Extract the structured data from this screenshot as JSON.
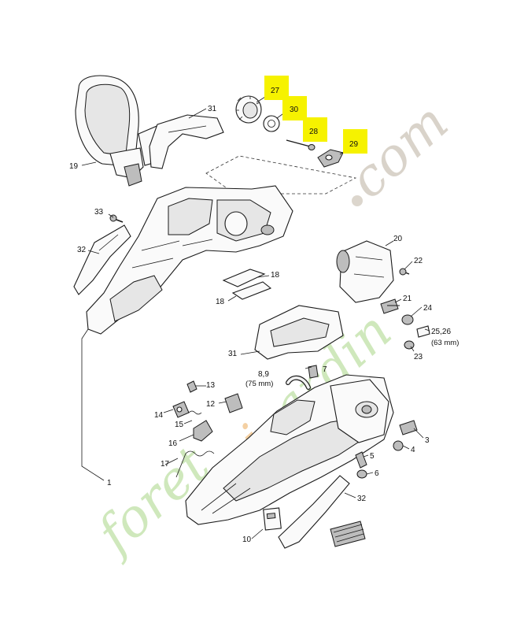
{
  "diagram": {
    "callouts": [
      {
        "id": "27",
        "text": "27",
        "highlighted": true
      },
      {
        "id": "30",
        "text": "30",
        "highlighted": true
      },
      {
        "id": "28",
        "text": "28",
        "highlighted": true
      },
      {
        "id": "29",
        "text": "29",
        "highlighted": true
      },
      {
        "id": "31a",
        "text": "31",
        "highlighted": false
      },
      {
        "id": "19",
        "text": "19",
        "highlighted": false
      },
      {
        "id": "33",
        "text": "33",
        "highlighted": false
      },
      {
        "id": "32a",
        "text": "32",
        "highlighted": false
      },
      {
        "id": "20",
        "text": "20",
        "highlighted": false
      },
      {
        "id": "22",
        "text": "22",
        "highlighted": false
      },
      {
        "id": "18a",
        "text": "18",
        "highlighted": false
      },
      {
        "id": "18b",
        "text": "18",
        "highlighted": false
      },
      {
        "id": "21",
        "text": "21",
        "highlighted": false
      },
      {
        "id": "24",
        "text": "24",
        "highlighted": false
      },
      {
        "id": "2526",
        "text": "25,26",
        "highlighted": false
      },
      {
        "id": "23",
        "text": "23",
        "highlighted": false
      },
      {
        "id": "31b",
        "text": "31",
        "highlighted": false
      },
      {
        "id": "89",
        "text": "8,9",
        "highlighted": false
      },
      {
        "id": "7",
        "text": "7",
        "highlighted": false
      },
      {
        "id": "13",
        "text": "13",
        "highlighted": false
      },
      {
        "id": "12",
        "text": "12",
        "highlighted": false
      },
      {
        "id": "14",
        "text": "14",
        "highlighted": false
      },
      {
        "id": "15",
        "text": "15",
        "highlighted": false
      },
      {
        "id": "16",
        "text": "16",
        "highlighted": false
      },
      {
        "id": "17",
        "text": "17",
        "highlighted": false
      },
      {
        "id": "3",
        "text": "3",
        "highlighted": false
      },
      {
        "id": "4",
        "text": "4",
        "highlighted": false
      },
      {
        "id": "5",
        "text": "5",
        "highlighted": false
      },
      {
        "id": "6",
        "text": "6",
        "highlighted": false
      },
      {
        "id": "1",
        "text": "1",
        "highlighted": false
      },
      {
        "id": "32b",
        "text": "32",
        "highlighted": false
      },
      {
        "id": "10",
        "text": "10",
        "highlighted": false
      }
    ],
    "notes": {
      "mm63": "(63 mm)",
      "mm75": "(75 mm)"
    },
    "highlight_color": "#f6f200",
    "watermark": {
      "text": "foretjardin.com",
      "color_green": "#bfe0a8",
      "color_gray": "#cfc8bd",
      "color_orange": "#f2c48a"
    }
  }
}
